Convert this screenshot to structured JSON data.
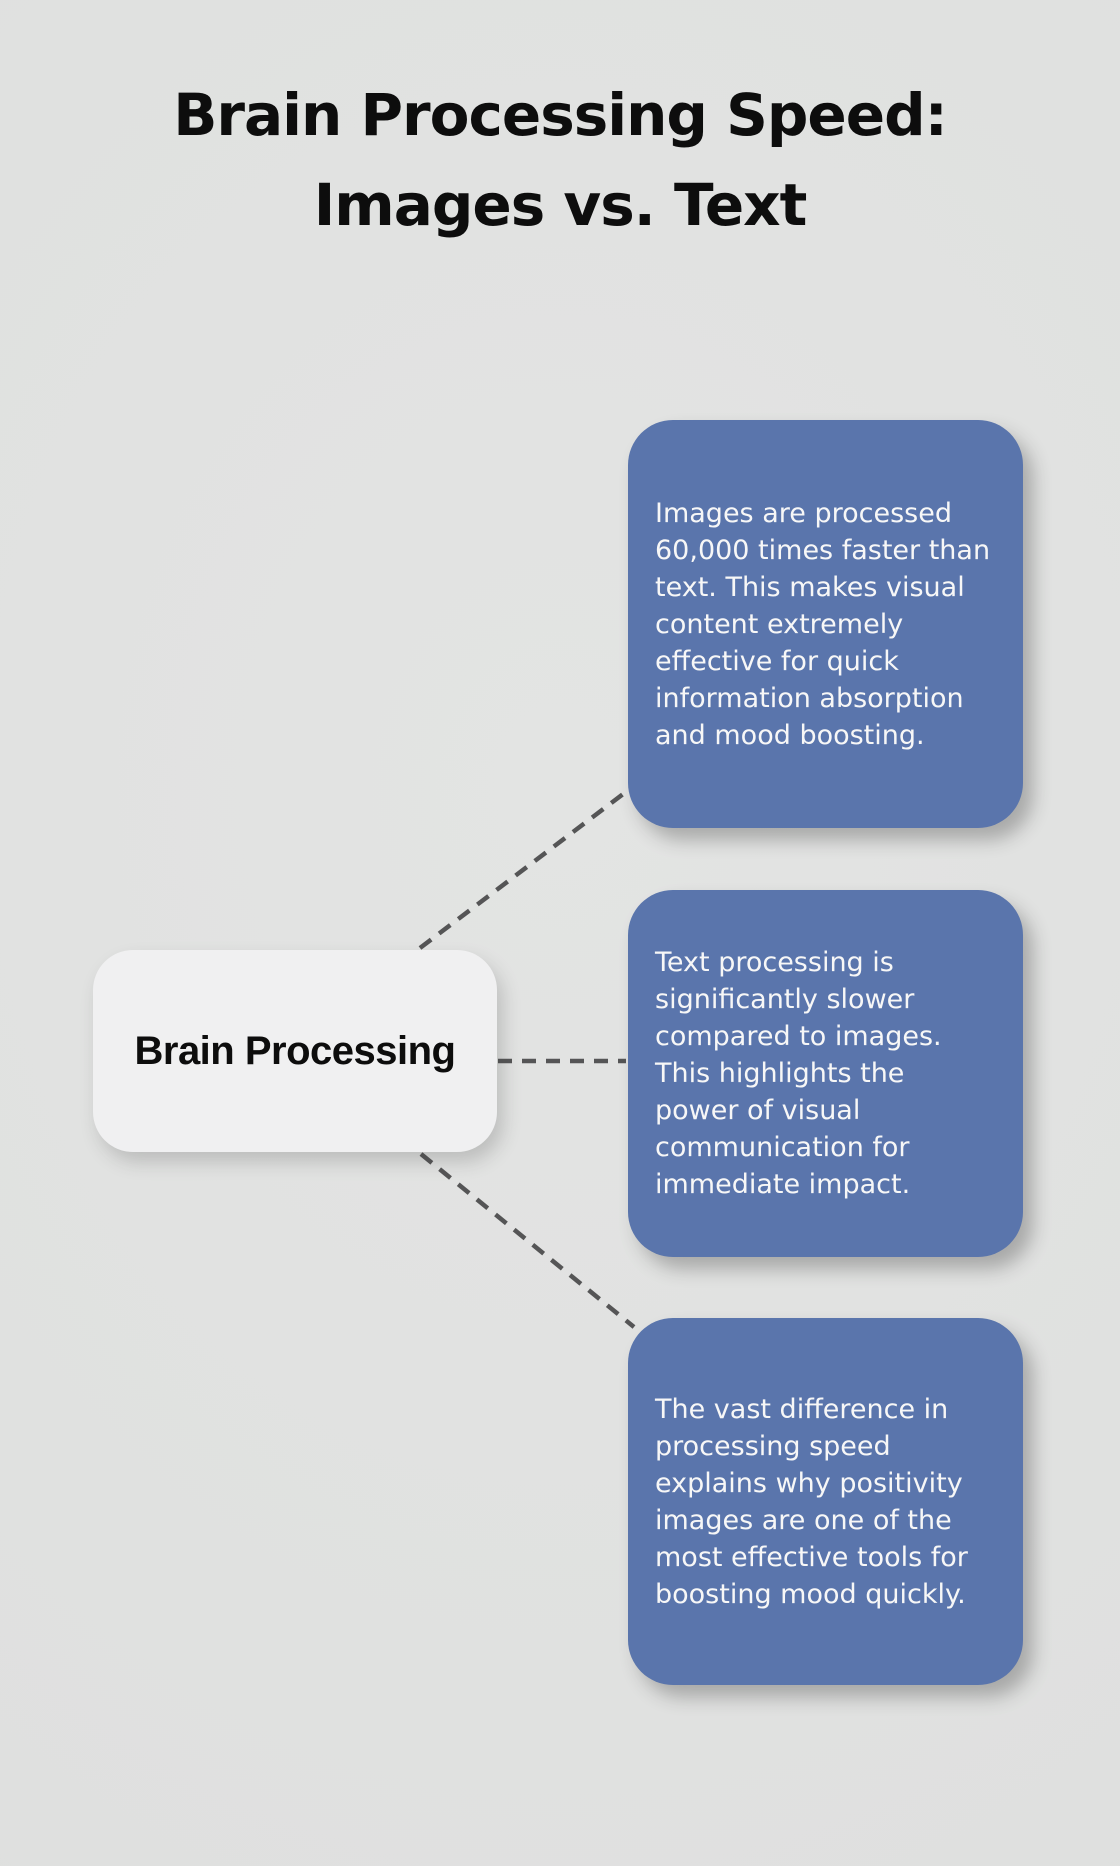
{
  "page": {
    "title_lines": [
      "Brain Processing Speed:",
      "Images vs. Text"
    ]
  },
  "colors": {
    "page-bg": "#dfe0df",
    "node-bg": "#5a75ac",
    "node-text": "#f7f7f7",
    "root-bg": "#f0f0f1",
    "root-text": "#0d0d0d",
    "title-color": "#0d0d0d",
    "connector-color": "#555556"
  },
  "diagram": {
    "root": {
      "label": "Brain Processing"
    },
    "nodes": [
      {
        "text": "Images are processed 60,000 times faster than text. This makes visual content extremely effective for quick information absorption and mood boosting."
      },
      {
        "text": "Text processing is significantly slower compared to images. This highlights the power of visual communication for immediate impact."
      },
      {
        "text": "The vast difference in processing speed explains why positivity images are one of the most effective tools for boosting mood quickly."
      }
    ]
  }
}
